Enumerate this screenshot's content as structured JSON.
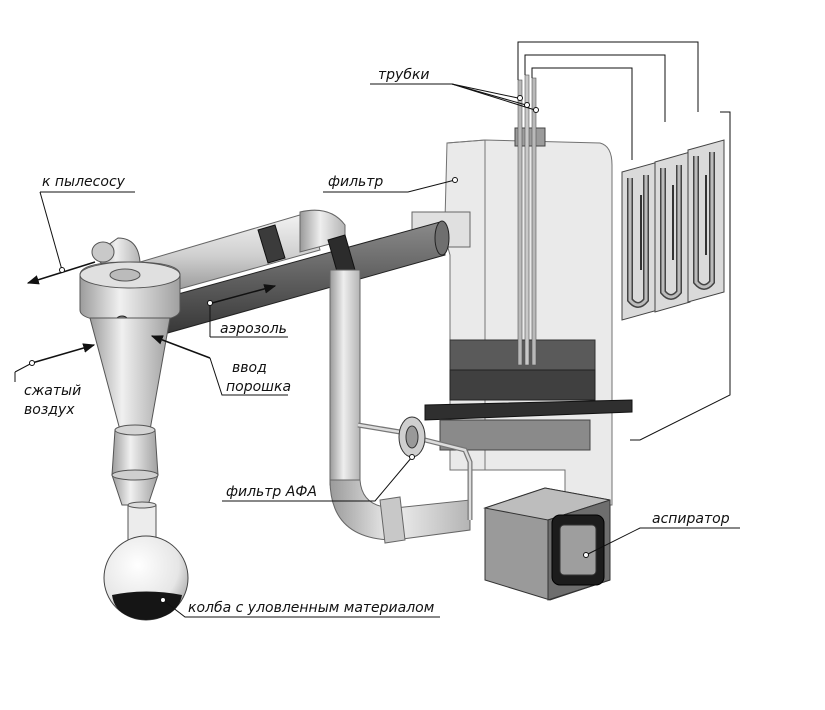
{
  "labels": {
    "tubes": "трубки",
    "vacuum": "к пылесосу",
    "filter": "фильтр",
    "aerosol": "аэрозоль",
    "powder_l1": "ввод",
    "powder_l2": "порошка",
    "air_l1": "сжатый",
    "air_l2": "воздух",
    "afa_filter": "фильтр АФА",
    "aspirator": "аспиратор",
    "flask": "колба с уловленным материалом"
  },
  "colors": {
    "light_metal": "#d8d8d8",
    "mid_metal": "#a9a9a9",
    "dark_metal": "#4a4a4a",
    "band": "#3b3b3b",
    "glass_box": "#e6e6e6",
    "sediment": "#1a1a1a"
  }
}
